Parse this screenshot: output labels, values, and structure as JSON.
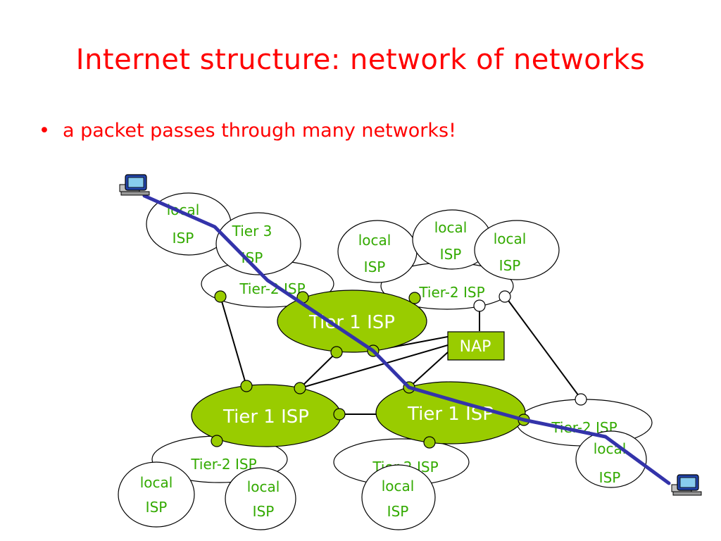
{
  "slide": {
    "title": "Internet structure: network of networks",
    "bullet": "a packet passes through many networks!"
  },
  "colors": {
    "title": "#ff0000",
    "tier1_fill": "#99cc00",
    "node_label_green": "#33aa00",
    "packet_path": "#3333aa",
    "white_text": "#ffffff"
  },
  "diagram": {
    "nodes": {
      "local_isp_a": {
        "label": [
          "local",
          "ISP"
        ]
      },
      "tier3": {
        "label": [
          "Tier 3",
          "ISP"
        ]
      },
      "tier2_left_top": {
        "label": [
          "Tier-2 ISP"
        ]
      },
      "local_isp_b": {
        "label": [
          "local",
          "ISP"
        ]
      },
      "local_isp_c": {
        "label": [
          "local",
          "ISP"
        ]
      },
      "local_isp_d": {
        "label": [
          "local",
          "ISP"
        ]
      },
      "tier2_right_top": {
        "label": [
          "Tier-2 ISP"
        ]
      },
      "tier1_top": {
        "label": [
          "Tier 1 ISP"
        ]
      },
      "nap": {
        "label": [
          "NAP"
        ]
      },
      "tier1_left": {
        "label": [
          "Tier 1 ISP"
        ]
      },
      "tier1_right": {
        "label": [
          "Tier 1 ISP"
        ]
      },
      "tier2_bottom_left": {
        "label": [
          "Tier-2 ISP"
        ]
      },
      "tier2_bottom_mid": {
        "label": [
          "Tier-2 ISP"
        ]
      },
      "tier2_bottom_right": {
        "label": [
          "Tier-2 ISP"
        ]
      },
      "local_isp_e": {
        "label": [
          "local",
          "ISP"
        ]
      },
      "local_isp_f": {
        "label": [
          "local",
          "ISP"
        ]
      },
      "local_isp_g": {
        "label": [
          "local",
          "ISP"
        ]
      },
      "local_isp_h": {
        "label": [
          "local",
          "ISP"
        ]
      }
    },
    "icons": [
      "computer-icon",
      "computer-icon"
    ]
  }
}
